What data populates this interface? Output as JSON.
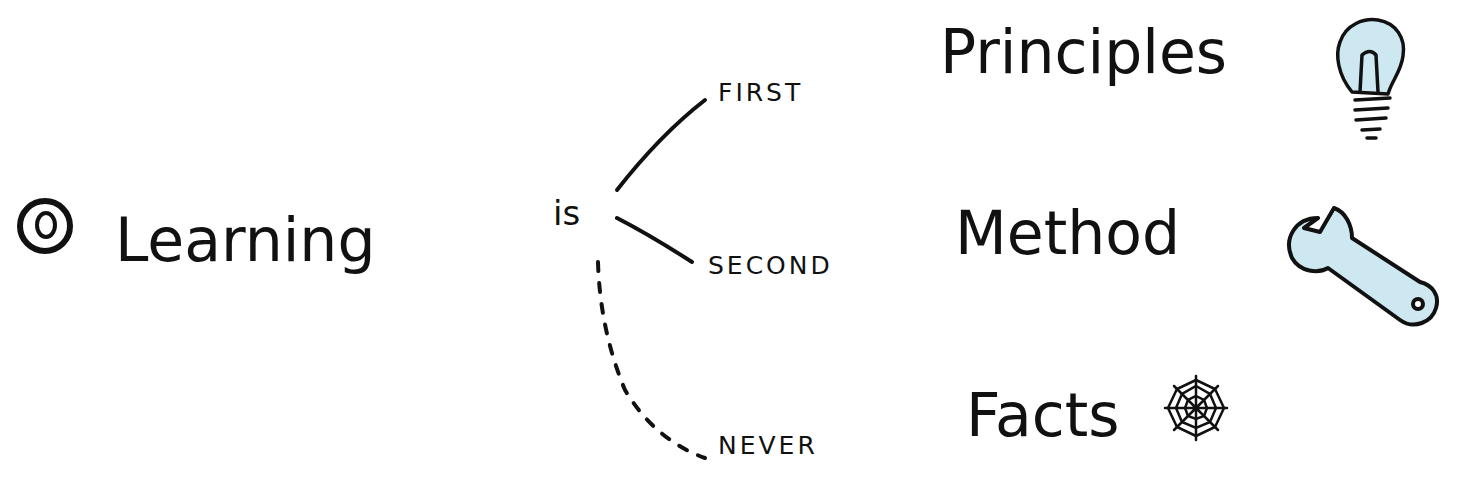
{
  "diagram": {
    "labels": [
      "Learning",
      "is",
      "FIRST",
      "Principles",
      "SECOND",
      "Method",
      "NEVER",
      "Facts"
    ]
  }
}
